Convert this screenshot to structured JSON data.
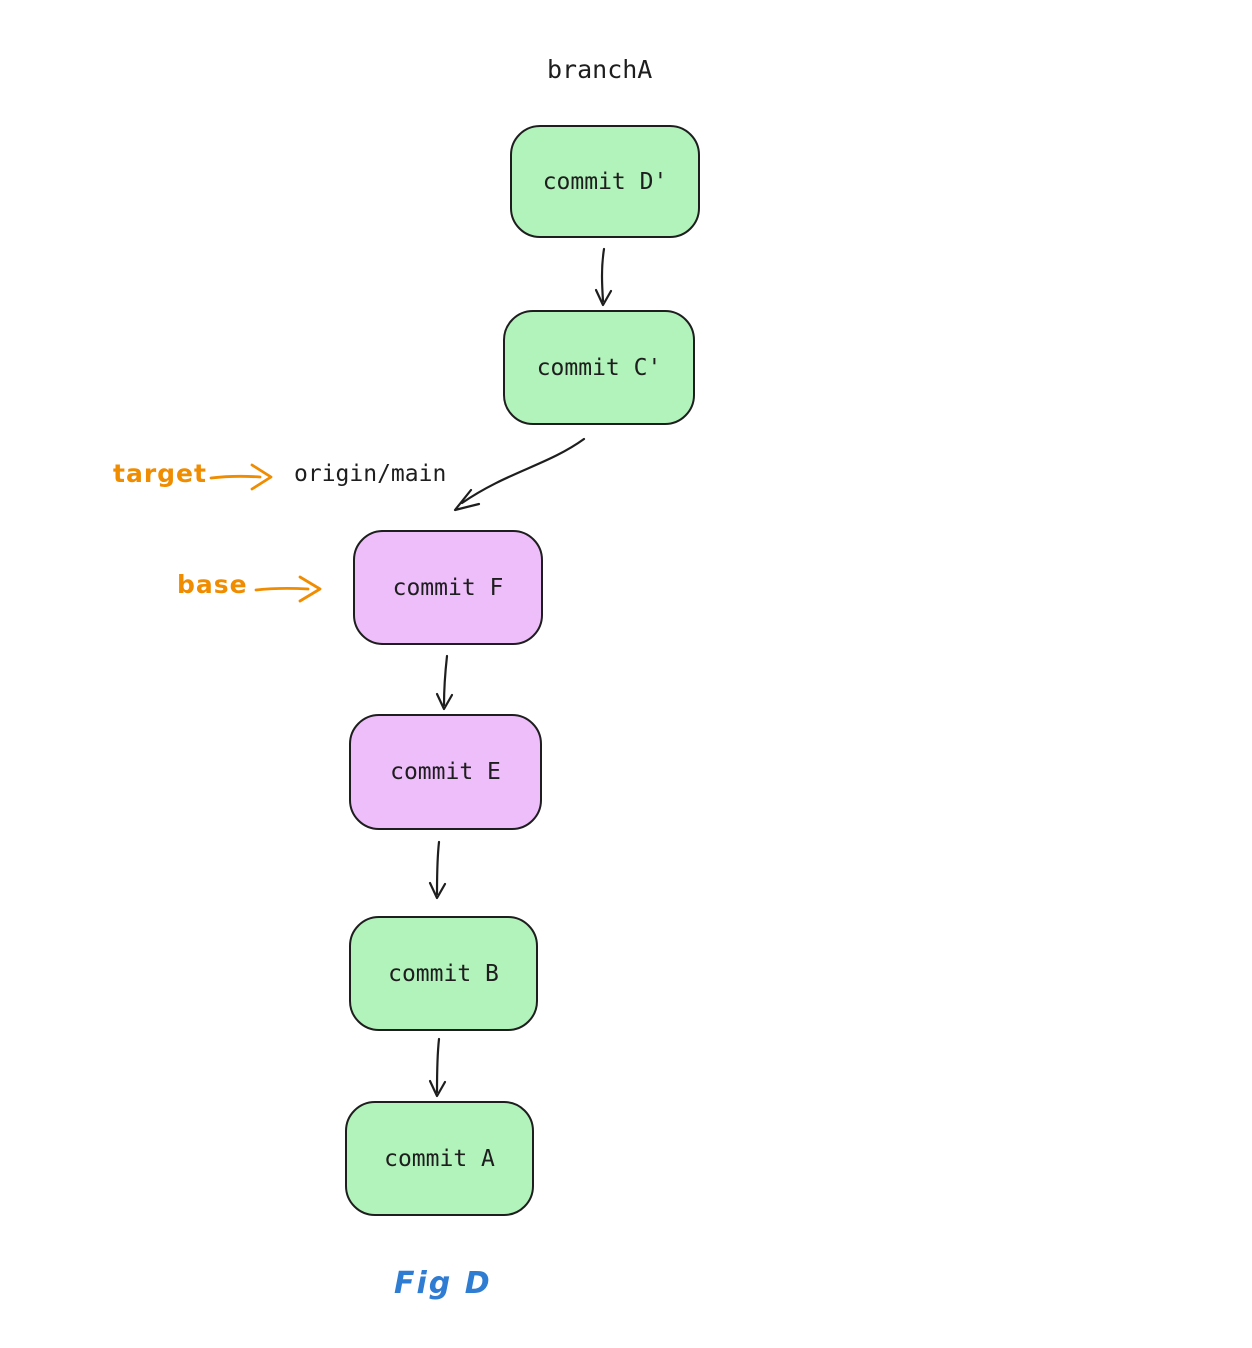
{
  "colors": {
    "green_fill": "#b2f2bb",
    "purple_fill": "#eebefa",
    "stroke_dark": "#1e1e1e",
    "orange": "#f08c00",
    "blue": "#2f7cd3",
    "bg": "#ffffff"
  },
  "diagram": {
    "branch_label": "branchA",
    "ref_label": "origin/main",
    "caption": "Fig D",
    "annotations": [
      {
        "label": "target",
        "points_to": "origin/main"
      },
      {
        "label": "base",
        "points_to": "commit F"
      }
    ],
    "nodes": [
      {
        "id": "commit-d-prime",
        "label": "commit D'",
        "color": "green"
      },
      {
        "id": "commit-c-prime",
        "label": "commit C'",
        "color": "green"
      },
      {
        "id": "commit-f",
        "label": "commit F",
        "color": "purple"
      },
      {
        "id": "commit-e",
        "label": "commit E",
        "color": "purple"
      },
      {
        "id": "commit-b",
        "label": "commit B",
        "color": "green"
      },
      {
        "id": "commit-a",
        "label": "commit A",
        "color": "green"
      }
    ],
    "edges": [
      {
        "from": "commit D'",
        "to": "commit C'"
      },
      {
        "from": "commit C'",
        "to": "commit F"
      },
      {
        "from": "commit F",
        "to": "commit E"
      },
      {
        "from": "commit E",
        "to": "commit B"
      },
      {
        "from": "commit B",
        "to": "commit A"
      }
    ]
  }
}
